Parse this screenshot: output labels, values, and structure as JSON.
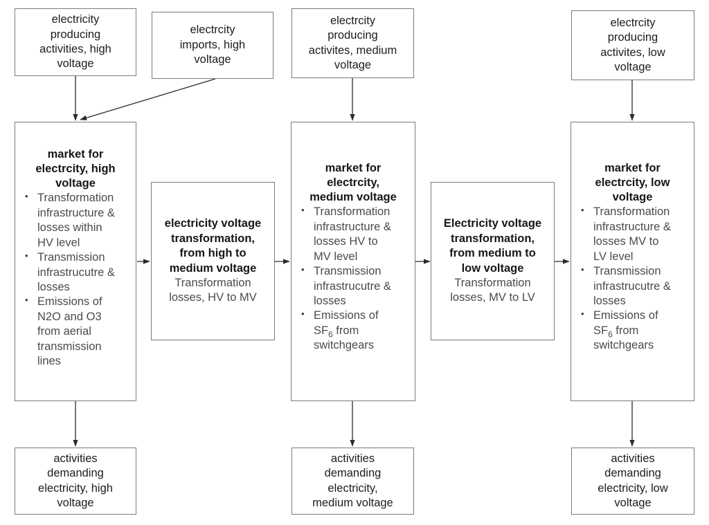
{
  "diagram": {
    "title": "Electricity market and voltage transformation flow",
    "theme": {
      "background": "#ffffff",
      "box_border": "#7a7a7a",
      "heading_text": "#161616",
      "body_text": "#4a4a4a",
      "arrow": "#2b2b2b"
    },
    "nodes": {
      "supply_hv": {
        "label": "electricity\nproducing\nactivities, high\nvoltage"
      },
      "imports_hv": {
        "label": "electrcity\nimports, high\nvoltage"
      },
      "supply_mv": {
        "label": "electrcity\nproducing\nactivites, medium\nvoltage"
      },
      "supply_lv": {
        "label": "electrcity\nproducing\nactivites, low\nvoltage"
      },
      "market_hv": {
        "title": "market for\nelectrcity, high\nvoltage",
        "bullets": [
          "Transformation\ninfrastructure &\nlosses within\nHV level",
          "Transmission\ninfrastrucutre &\nlosses",
          "Emissions of\nN2O and O3\nfrom aerial\ntransmission\nlines"
        ]
      },
      "market_mv": {
        "title": "market for\nelectrcity,\nmedium voltage",
        "bullets": [
          "Transformation\ninfrastructure &\nlosses HV to\nMV level",
          "Transmission\ninfrastrucutre &\nlosses",
          "Emissions of\nSF6 from\nswitchgears"
        ],
        "bullets_html": [
          "Transformation\ninfrastructure &\nlosses HV to\nMV level",
          "Transmission\ninfrastrucutre &\nlosses",
          "Emissions of\nSF<sub>6</sub> from\nswitchgears"
        ]
      },
      "market_lv": {
        "title": "market for\nelectrcity, low\nvoltage",
        "bullets": [
          "Transformation\ninfrastructure &\nlosses MV to\nLV level",
          "Transmission\ninfrastrucutre &\nlosses",
          "Emissions of\nSF6 from\nswitchgears"
        ],
        "bullets_html": [
          "Transformation\ninfrastructure &\nlosses MV to\nLV level",
          "Transmission\ninfrastrucutre &\nlosses",
          "Emissions of\nSF<sub>6</sub> from\nswitchgears"
        ]
      },
      "transform_hv_mv": {
        "title": "electricity voltage\ntransformation,\nfrom high to\nmedium voltage",
        "sub": "Transformation\nlosses, HV to MV"
      },
      "transform_mv_lv": {
        "title": "Electricity voltage\ntransformation,\nfrom medium to\nlow voltage",
        "sub": "Transformation\nlosses, MV to LV"
      },
      "demand_hv": {
        "label": "activities\ndemanding\nelectricity, high\nvoltage"
      },
      "demand_mv": {
        "label": "activities\ndemanding\nelectricity,\nmedium voltage"
      },
      "demand_lv": {
        "label": "activities\ndemanding\nelectricity, low\nvoltage"
      }
    },
    "edges": [
      {
        "from": "supply_hv",
        "to": "market_hv",
        "kind": "vertical"
      },
      {
        "from": "imports_hv",
        "to": "market_hv",
        "kind": "diagonal"
      },
      {
        "from": "market_hv",
        "to": "transform_hv_mv",
        "kind": "horizontal"
      },
      {
        "from": "transform_hv_mv",
        "to": "market_mv",
        "kind": "horizontal"
      },
      {
        "from": "supply_mv",
        "to": "market_mv",
        "kind": "vertical"
      },
      {
        "from": "market_mv",
        "to": "transform_mv_lv",
        "kind": "horizontal"
      },
      {
        "from": "transform_mv_lv",
        "to": "market_lv",
        "kind": "horizontal"
      },
      {
        "from": "supply_lv",
        "to": "market_lv",
        "kind": "vertical"
      },
      {
        "from": "market_hv",
        "to": "demand_hv",
        "kind": "vertical"
      },
      {
        "from": "market_mv",
        "to": "demand_mv",
        "kind": "vertical"
      },
      {
        "from": "market_lv",
        "to": "demand_lv",
        "kind": "vertical"
      }
    ]
  }
}
